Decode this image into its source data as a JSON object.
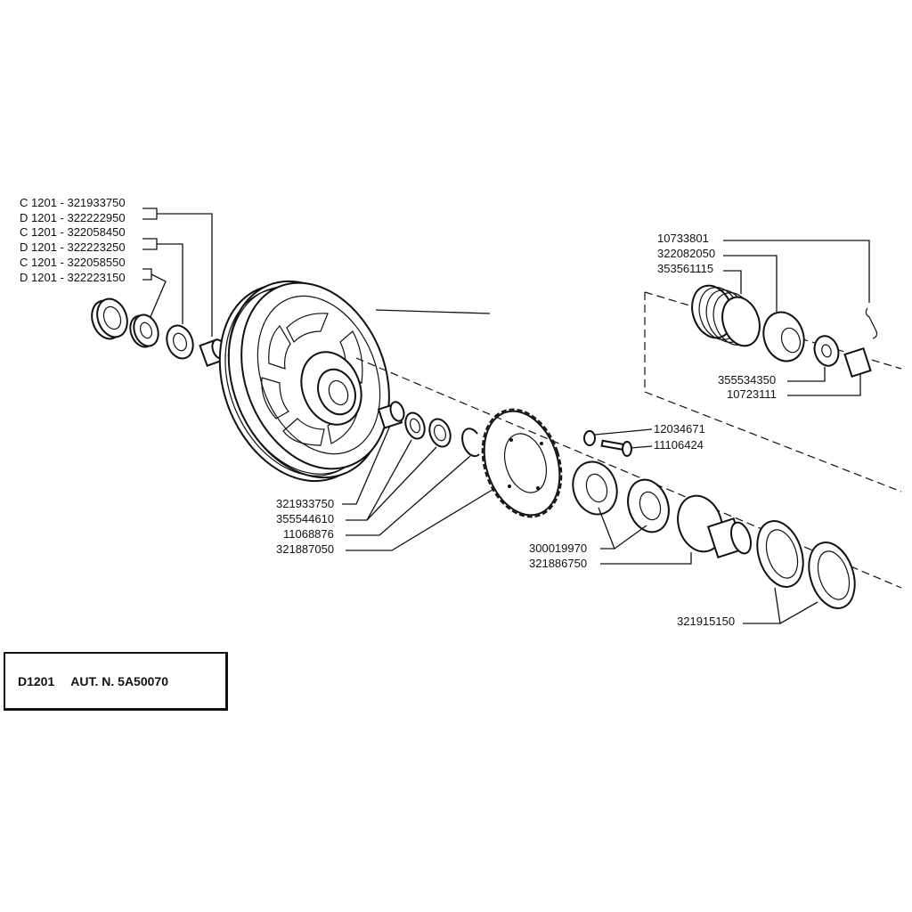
{
  "diagram": {
    "info": {
      "model": "D1201",
      "aut": "AUT. N. 5A50070"
    },
    "variant_labels": [
      "C 1201 - 321933750",
      "D 1201 - 322222950",
      "C 1201 - 322058450",
      "D 1201 - 322223250",
      "C 1201 - 322058550",
      "D 1201 - 322223150"
    ],
    "right_top_labels": [
      "10733801",
      "322082050",
      "353561115"
    ],
    "right_mid_labels": [
      "355534350",
      "10723111"
    ],
    "bolt_labels": [
      "12034671",
      "11106424"
    ],
    "lower_left_labels": [
      "321933750",
      "355544610",
      "11068876",
      "321887050"
    ],
    "lower_mid_labels": [
      "300019970",
      "321886750"
    ],
    "lower_right_label": "321915150"
  }
}
